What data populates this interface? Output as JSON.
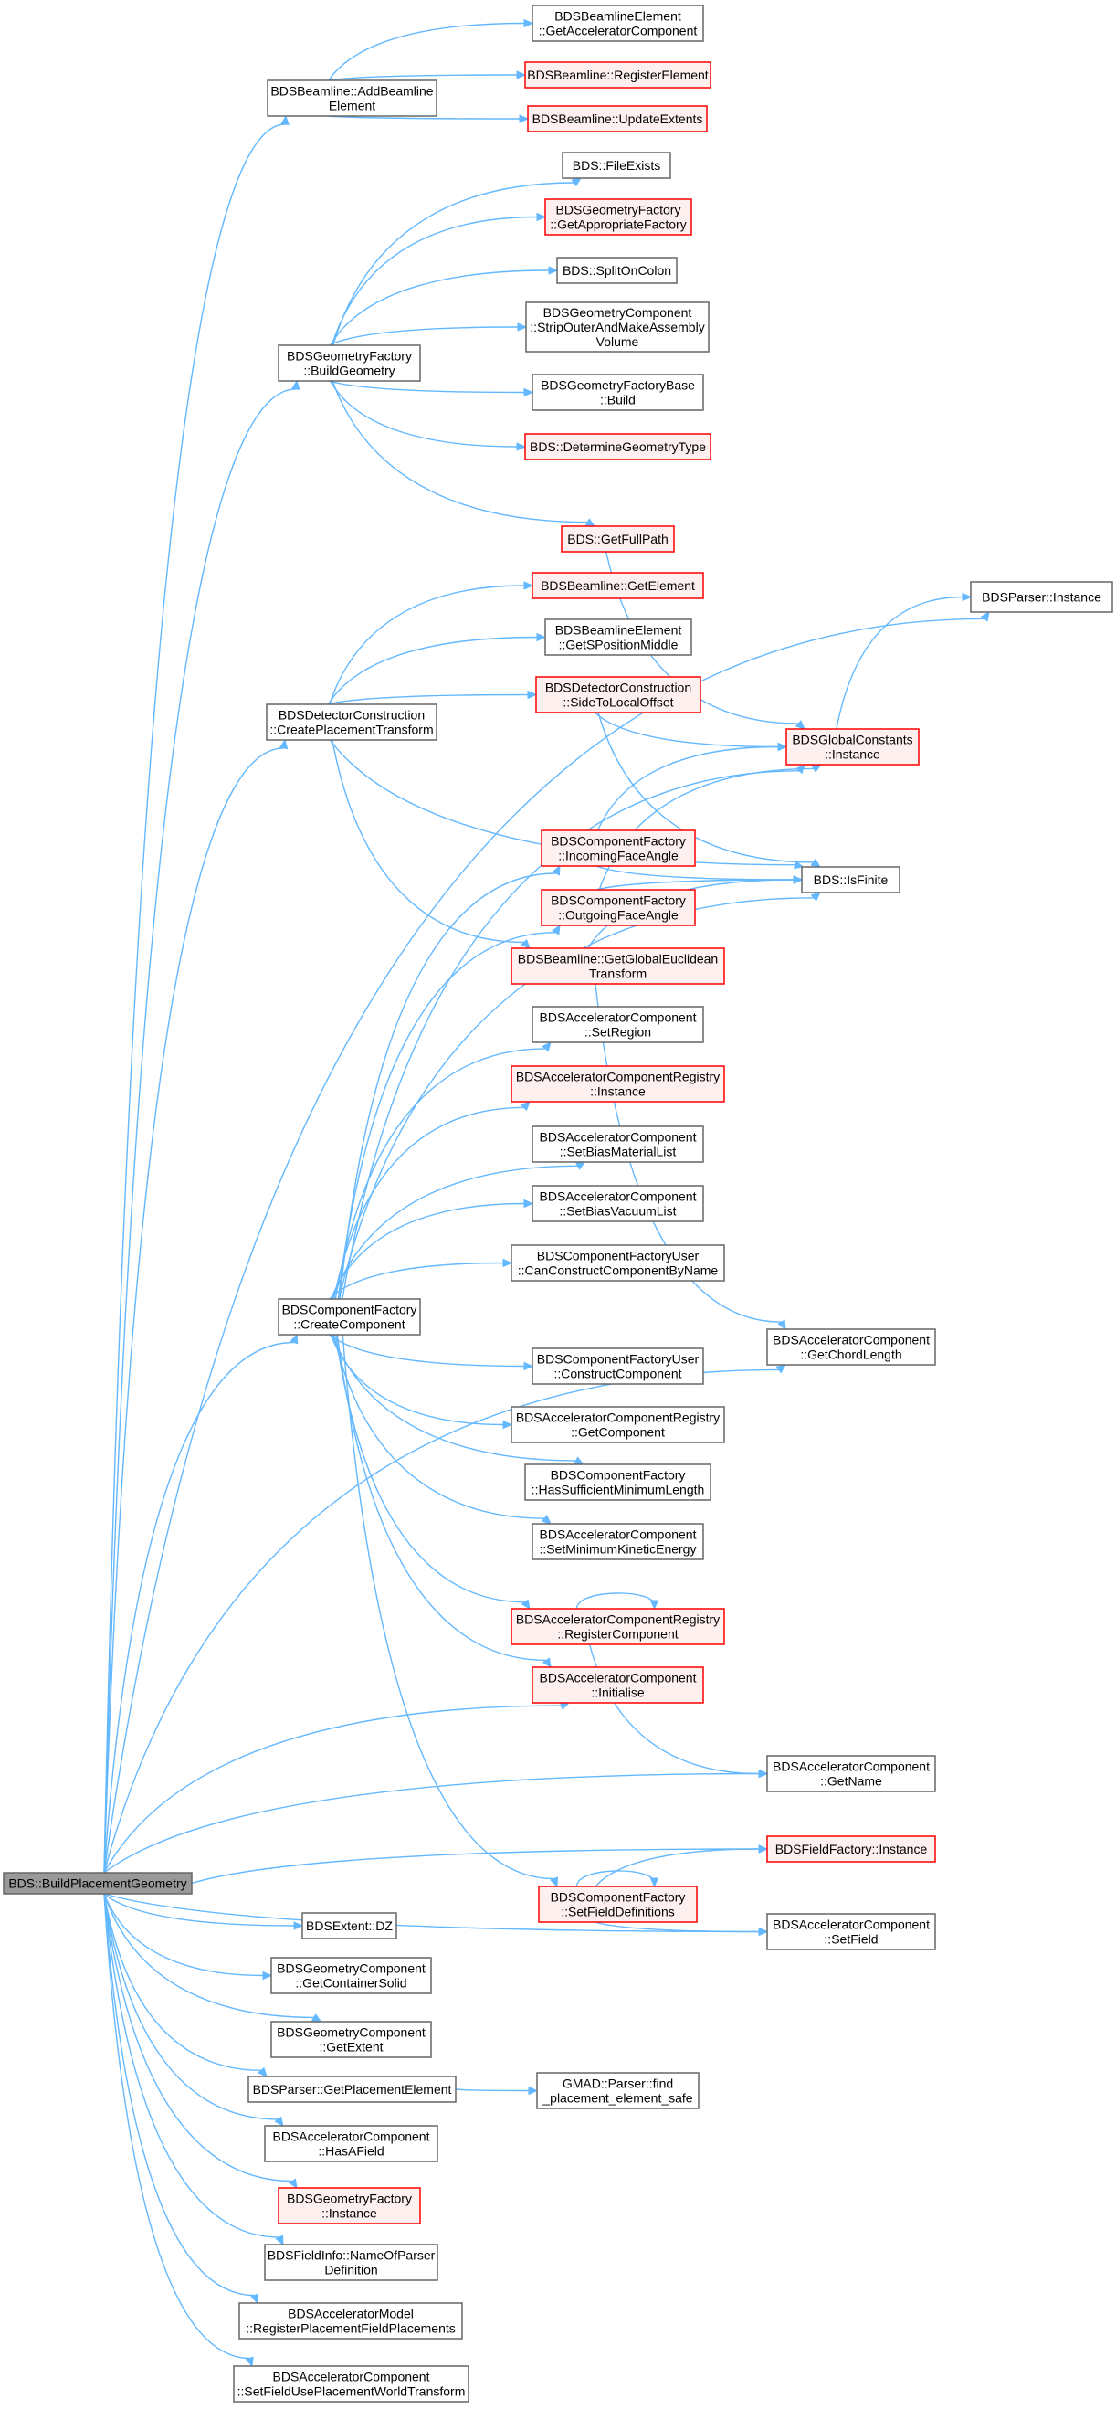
{
  "graph": {
    "colors": {
      "edge": "#63b8ff",
      "normal_border": "#666666",
      "red_border": "#ff0000",
      "red_fill": "#fff0f0",
      "root_fill": "#999999"
    },
    "nodes": [
      {
        "id": "root",
        "lines": [
          "BDS::BuildPlacementGeometry"
        ],
        "style": "root"
      },
      {
        "id": "addbl",
        "lines": [
          "BDSBeamline::AddBeamline",
          "Element"
        ],
        "style": "normal"
      },
      {
        "id": "getaccel",
        "lines": [
          "BDSBeamlineElement",
          "::GetAcceleratorComponent"
        ],
        "style": "normal"
      },
      {
        "id": "regelem",
        "lines": [
          "BDSBeamline::RegisterElement"
        ],
        "style": "red"
      },
      {
        "id": "updext",
        "lines": [
          "BDSBeamline::UpdateExtents"
        ],
        "style": "red"
      },
      {
        "id": "filex",
        "lines": [
          "BDS::FileExists"
        ],
        "style": "normal"
      },
      {
        "id": "getappr",
        "lines": [
          "BDSGeometryFactory",
          "::GetAppropriateFactory"
        ],
        "style": "red"
      },
      {
        "id": "buildgeo",
        "lines": [
          "BDSGeometryFactory",
          "::BuildGeometry"
        ],
        "style": "normal"
      },
      {
        "id": "split",
        "lines": [
          "BDS::SplitOnColon"
        ],
        "style": "normal"
      },
      {
        "id": "strip",
        "lines": [
          "BDSGeometryComponent",
          "::StripOuterAndMakeAssembly",
          "Volume"
        ],
        "style": "normal"
      },
      {
        "id": "gfbuild",
        "lines": [
          "BDSGeometryFactoryBase",
          "::Build"
        ],
        "style": "normal"
      },
      {
        "id": "detgeo",
        "lines": [
          "BDS::DetermineGeometryType"
        ],
        "style": "red"
      },
      {
        "id": "fullpath",
        "lines": [
          "BDS::GetFullPath"
        ],
        "style": "red"
      },
      {
        "id": "parser",
        "lines": [
          "BDSParser::Instance"
        ],
        "style": "normal"
      },
      {
        "id": "getelem",
        "lines": [
          "BDSBeamline::GetElement"
        ],
        "style": "red"
      },
      {
        "id": "getspos",
        "lines": [
          "BDSBeamlineElement",
          "::GetSPositionMiddle"
        ],
        "style": "normal"
      },
      {
        "id": "createpl",
        "lines": [
          "BDSDetectorConstruction",
          "::CreatePlacementTransform"
        ],
        "style": "normal"
      },
      {
        "id": "side",
        "lines": [
          "BDSDetectorConstruction",
          "::SideToLocalOffset"
        ],
        "style": "red"
      },
      {
        "id": "globconst",
        "lines": [
          "BDSGlobalConstants",
          "::Instance"
        ],
        "style": "red"
      },
      {
        "id": "incoming",
        "lines": [
          "BDSComponentFactory",
          "::IncomingFaceAngle"
        ],
        "style": "red"
      },
      {
        "id": "isfinite",
        "lines": [
          "BDS::IsFinite"
        ],
        "style": "normal"
      },
      {
        "id": "outgoing",
        "lines": [
          "BDSComponentFactory",
          "::OutgoingFaceAngle"
        ],
        "style": "red"
      },
      {
        "id": "getglob",
        "lines": [
          "BDSBeamline::GetGlobalEuclidean",
          "Transform"
        ],
        "style": "red"
      },
      {
        "id": "setregion",
        "lines": [
          "BDSAcceleratorComponent",
          "::SetRegion"
        ],
        "style": "normal"
      },
      {
        "id": "acreginst",
        "lines": [
          "BDSAcceleratorComponentRegistry",
          "::Instance"
        ],
        "style": "red"
      },
      {
        "id": "setbiasmat",
        "lines": [
          "BDSAcceleratorComponent",
          "::SetBiasMaterialList"
        ],
        "style": "normal"
      },
      {
        "id": "setbiasvac",
        "lines": [
          "BDSAcceleratorComponent",
          "::SetBiasVacuumList"
        ],
        "style": "normal"
      },
      {
        "id": "cancons",
        "lines": [
          "BDSComponentFactoryUser",
          "::CanConstructComponentByName"
        ],
        "style": "normal"
      },
      {
        "id": "createcomp",
        "lines": [
          "BDSComponentFactory",
          "::CreateComponent"
        ],
        "style": "normal"
      },
      {
        "id": "chord",
        "lines": [
          "BDSAcceleratorComponent",
          "::GetChordLength"
        ],
        "style": "normal"
      },
      {
        "id": "constcomp",
        "lines": [
          "BDSComponentFactoryUser",
          "::ConstructComponent"
        ],
        "style": "normal"
      },
      {
        "id": "getcomp",
        "lines": [
          "BDSAcceleratorComponentRegistry",
          "::GetComponent"
        ],
        "style": "normal"
      },
      {
        "id": "hassuff",
        "lines": [
          "BDSComponentFactory",
          "::HasSufficientMinimumLength"
        ],
        "style": "normal"
      },
      {
        "id": "setminke",
        "lines": [
          "BDSAcceleratorComponent",
          "::SetMinimumKineticEnergy"
        ],
        "style": "normal"
      },
      {
        "id": "regcomp",
        "lines": [
          "BDSAcceleratorComponentRegistry",
          "::RegisterComponent"
        ],
        "style": "red"
      },
      {
        "id": "init",
        "lines": [
          "BDSAcceleratorComponent",
          "::Initialise"
        ],
        "style": "red"
      },
      {
        "id": "getname",
        "lines": [
          "BDSAcceleratorComponent",
          "::GetName"
        ],
        "style": "normal"
      },
      {
        "id": "fieldfact",
        "lines": [
          "BDSFieldFactory::Instance"
        ],
        "style": "red"
      },
      {
        "id": "extdz",
        "lines": [
          "BDSExtent::DZ"
        ],
        "style": "normal"
      },
      {
        "id": "setfielddef",
        "lines": [
          "BDSComponentFactory",
          "::SetFieldDefinitions"
        ],
        "style": "red"
      },
      {
        "id": "setfield",
        "lines": [
          "BDSAcceleratorComponent",
          "::SetField"
        ],
        "style": "normal"
      },
      {
        "id": "contsolid",
        "lines": [
          "BDSGeometryComponent",
          "::GetContainerSolid"
        ],
        "style": "normal"
      },
      {
        "id": "getextent",
        "lines": [
          "BDSGeometryComponent",
          "::GetExtent"
        ],
        "style": "normal"
      },
      {
        "id": "getplel",
        "lines": [
          "BDSParser::GetPlacementElement"
        ],
        "style": "normal"
      },
      {
        "id": "gmad",
        "lines": [
          "GMAD::Parser::find",
          "_placement_element_safe"
        ],
        "style": "normal"
      },
      {
        "id": "hasafield",
        "lines": [
          "BDSAcceleratorComponent",
          "::HasAField"
        ],
        "style": "normal"
      },
      {
        "id": "geofinst",
        "lines": [
          "BDSGeometryFactory",
          "::Instance"
        ],
        "style": "red"
      },
      {
        "id": "nameofparser",
        "lines": [
          "BDSFieldInfo::NameOfParser",
          "Definition"
        ],
        "style": "normal"
      },
      {
        "id": "regplace",
        "lines": [
          "BDSAcceleratorModel",
          "::RegisterPlacementFieldPlacements"
        ],
        "style": "normal"
      },
      {
        "id": "setfielduse",
        "lines": [
          "BDSAcceleratorComponent",
          "::SetFieldUsePlacementWorldTransform"
        ],
        "style": "normal"
      }
    ],
    "edges": [
      [
        "root",
        "addbl"
      ],
      [
        "addbl",
        "getaccel"
      ],
      [
        "addbl",
        "regelem"
      ],
      [
        "addbl",
        "updext"
      ],
      [
        "root",
        "buildgeo"
      ],
      [
        "buildgeo",
        "filex"
      ],
      [
        "buildgeo",
        "getappr"
      ],
      [
        "buildgeo",
        "split"
      ],
      [
        "buildgeo",
        "strip"
      ],
      [
        "buildgeo",
        "gfbuild"
      ],
      [
        "buildgeo",
        "detgeo"
      ],
      [
        "buildgeo",
        "fullpath"
      ],
      [
        "fullpath",
        "globconst"
      ],
      [
        "globconst",
        "parser"
      ],
      [
        "root",
        "parser"
      ],
      [
        "root",
        "createpl"
      ],
      [
        "createpl",
        "getelem"
      ],
      [
        "createpl",
        "getspos"
      ],
      [
        "createpl",
        "side"
      ],
      [
        "createpl",
        "isfinite"
      ],
      [
        "createpl",
        "getglob"
      ],
      [
        "side",
        "globconst"
      ],
      [
        "side",
        "isfinite"
      ],
      [
        "incoming",
        "globconst"
      ],
      [
        "incoming",
        "isfinite"
      ],
      [
        "outgoing",
        "globconst"
      ],
      [
        "outgoing",
        "isfinite"
      ],
      [
        "getglob",
        "isfinite"
      ],
      [
        "getglob",
        "chord"
      ],
      [
        "root",
        "createcomp"
      ],
      [
        "createcomp",
        "globconst"
      ],
      [
        "createcomp",
        "incoming"
      ],
      [
        "createcomp",
        "outgoing"
      ],
      [
        "createcomp",
        "setregion"
      ],
      [
        "createcomp",
        "acreginst"
      ],
      [
        "createcomp",
        "setbiasmat"
      ],
      [
        "createcomp",
        "setbiasvac"
      ],
      [
        "createcomp",
        "cancons"
      ],
      [
        "createcomp",
        "isfinite"
      ],
      [
        "createcomp",
        "constcomp"
      ],
      [
        "createcomp",
        "getcomp"
      ],
      [
        "createcomp",
        "hassuff"
      ],
      [
        "createcomp",
        "setminke"
      ],
      [
        "createcomp",
        "regcomp"
      ],
      [
        "createcomp",
        "init"
      ],
      [
        "createcomp",
        "setfielddef"
      ],
      [
        "regcomp",
        "regcomp"
      ],
      [
        "regcomp",
        "getname"
      ],
      [
        "root",
        "chord"
      ],
      [
        "root",
        "init"
      ],
      [
        "root",
        "getname"
      ],
      [
        "root",
        "fieldfact"
      ],
      [
        "root",
        "setfield"
      ],
      [
        "setfielddef",
        "setfielddef"
      ],
      [
        "setfielddef",
        "fieldfact"
      ],
      [
        "setfielddef",
        "setfield"
      ],
      [
        "root",
        "extdz"
      ],
      [
        "root",
        "contsolid"
      ],
      [
        "root",
        "getextent"
      ],
      [
        "root",
        "getplel"
      ],
      [
        "getplel",
        "gmad"
      ],
      [
        "root",
        "hasafield"
      ],
      [
        "root",
        "geofinst"
      ],
      [
        "root",
        "nameofparser"
      ],
      [
        "root",
        "regplace"
      ],
      [
        "root",
        "setfielduse"
      ]
    ]
  }
}
